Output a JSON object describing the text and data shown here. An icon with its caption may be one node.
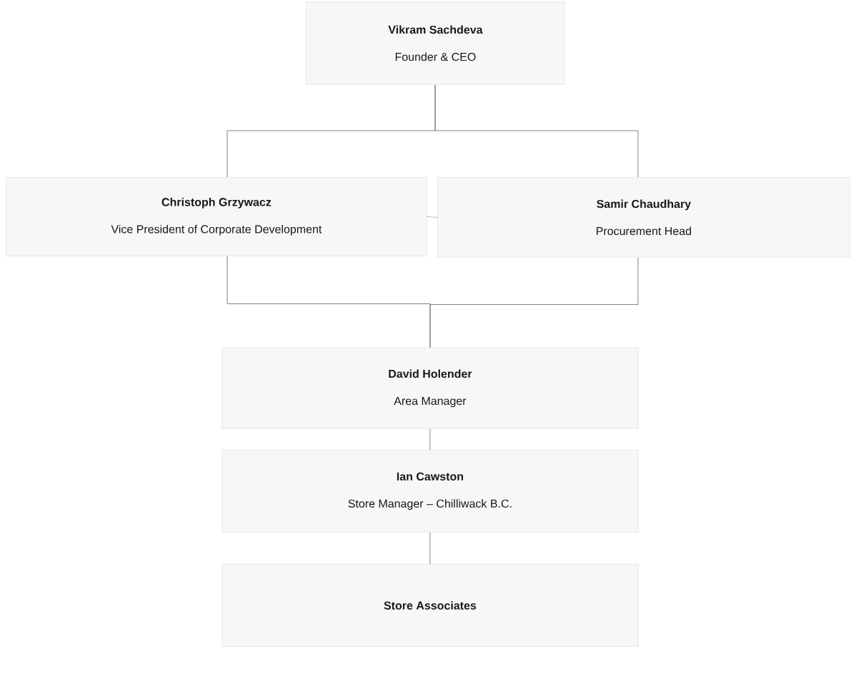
{
  "diagram": {
    "nodes": [
      {
        "text": [
          "Vikram Sachdeva",
          "Founder & CEO"
        ]
      },
      {
        "text": [
          "Christoph Grzywacz",
          "Vice President of Corporate Development"
        ]
      },
      {
        "text": [
          "Samir Chaudhary",
          "Procurement Head"
        ]
      },
      {
        "text": [
          "David Holender",
          "Area Manager"
        ]
      },
      {
        "text": [
          "Ian Cawston",
          "Store Manager – Chilliwack B.C."
        ]
      },
      {
        "text": [
          "Store Associates"
        ]
      }
    ],
    "edges": [
      {
        "from": 0,
        "to": 1,
        "arrow": "none"
      },
      {
        "from": 0,
        "to": 2,
        "arrow": "none"
      },
      {
        "from": 1,
        "to": 2,
        "arrow": "none",
        "style": "dashed"
      },
      {
        "from": 1,
        "to": 3,
        "arrow": "none"
      },
      {
        "from": 2,
        "to": 3,
        "arrow": "none"
      },
      {
        "from": 3,
        "to": 4,
        "arrow": "none"
      },
      {
        "from": 4,
        "to": 5,
        "arrow": "none"
      }
    ]
  }
}
